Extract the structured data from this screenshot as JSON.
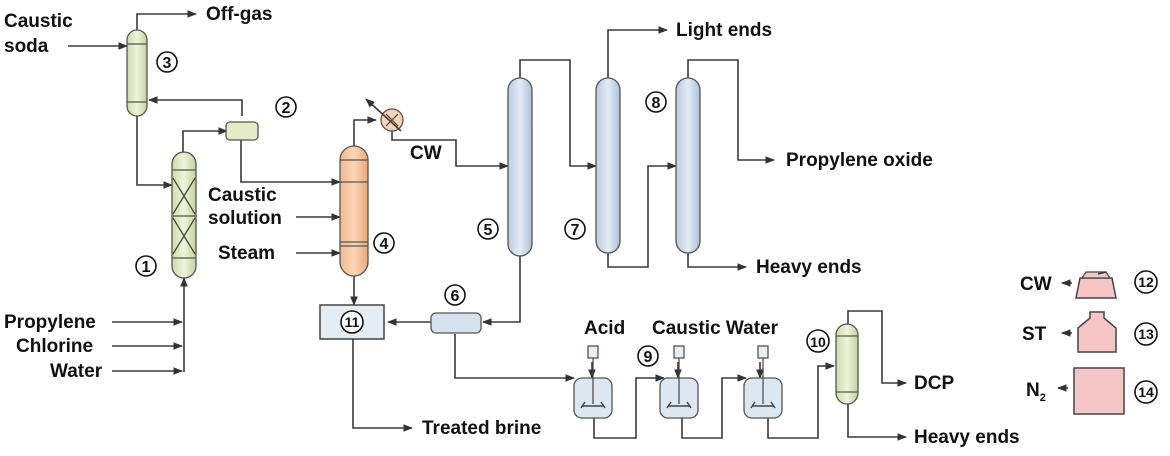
{
  "labels": {
    "caustic_soda_1": "Caustic",
    "caustic_soda_2": "soda",
    "off_gas": "Off-gas",
    "light_ends": "Light ends",
    "propylene_oxide": "Propylene oxide",
    "caustic_solution_1": "Caustic",
    "caustic_solution_2": "solution",
    "steam": "Steam",
    "cw_condenser": "CW",
    "heavy_ends_top": "Heavy ends",
    "propylene": "Propylene",
    "chlorine": "Chlorine",
    "water": "Water",
    "acid": "Acid",
    "caustic_water": "Caustic Water",
    "dcp": "DCP",
    "treated_brine": "Treated brine",
    "heavy_ends_bottom": "Heavy ends"
  },
  "equipment_numbers": [
    "1",
    "2",
    "3",
    "4",
    "5",
    "6",
    "7",
    "8",
    "9",
    "10",
    "11",
    "12",
    "13",
    "14"
  ],
  "legend": [
    {
      "abbr": "CW",
      "number": "12",
      "icon": "cooling-tower-icon"
    },
    {
      "abbr": "ST",
      "number": "13",
      "icon": "steam-vessel-icon"
    },
    {
      "abbr": "N",
      "sub": "2",
      "number": "14",
      "icon": "nitrogen-tank-icon"
    }
  ],
  "colors": {
    "reactor": "#dfe8c4",
    "scrubber": "#e6ecc8",
    "saponifier": "#f6c49a",
    "columns": "#c9d9ec",
    "utilities": "#f6c6c6",
    "tanks": "#dde7f1",
    "lines": "#3a3a3a"
  }
}
